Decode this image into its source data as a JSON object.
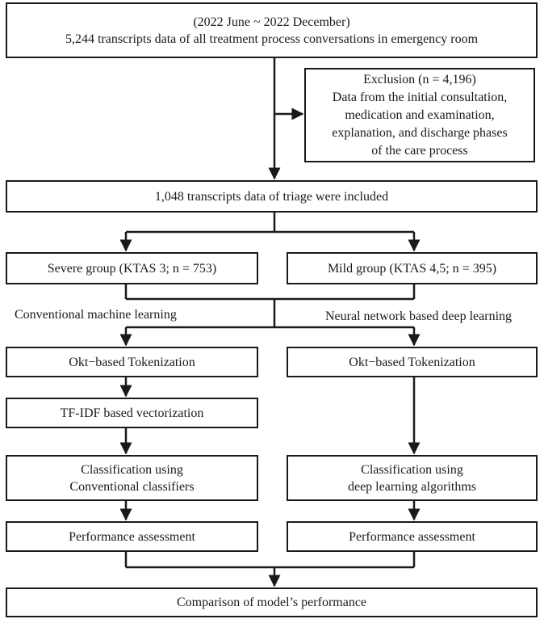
{
  "nodes": {
    "source": {
      "line1": "(2022 June ~ 2022 December)",
      "line2": "5,244 transcripts data of all treatment process conversations in emergency room"
    },
    "exclusion": {
      "line1": "Exclusion (n = 4,196)",
      "line2": "Data from the initial consultation,",
      "line3": "medication and examination,",
      "line4": "explanation, and discharge phases",
      "line5": "of the care process"
    },
    "included": "1,048 transcripts data of triage were included",
    "severe": "Severe group (KTAS 3; n = 753)",
    "mild": "Mild group (KTAS 4,5; n = 395)",
    "left_tokenization": "Okt−based Tokenization",
    "right_tokenization": "Okt−based Tokenization",
    "tfidf": "TF-IDF based vectorization",
    "left_classification": {
      "line1": "Classification using",
      "line2": "Conventional classifiers"
    },
    "right_classification": {
      "line1": "Classification using",
      "line2": "deep learning algorithms"
    },
    "left_performance": "Performance assessment",
    "right_performance": "Performance assessment",
    "comparison": "Comparison of model’s performance"
  },
  "labels": {
    "conventional": "Conventional machine learning",
    "neural": "Neural network based deep learning"
  }
}
